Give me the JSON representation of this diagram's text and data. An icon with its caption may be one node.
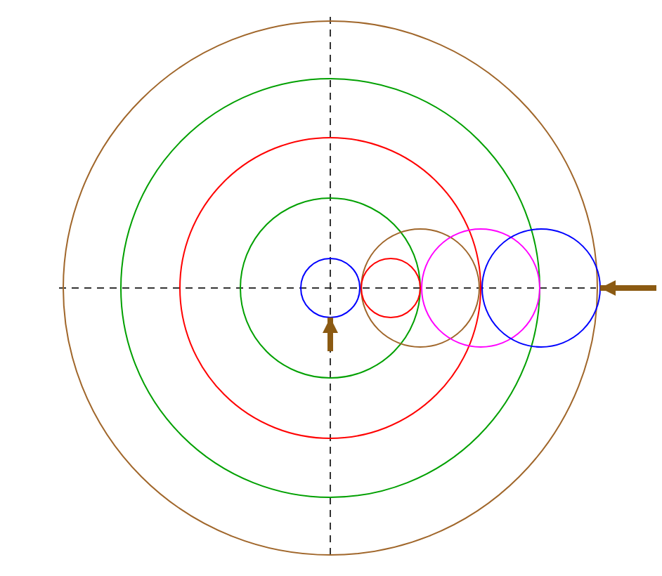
{
  "diagram": {
    "nodes": [
      {
        "text": [],
        "shape": "circle"
      },
      {
        "text": [],
        "shape": "circle",
        "in": 0
      },
      {
        "text": [],
        "shape": "circle",
        "in": 1
      },
      {
        "text": [],
        "shape": "circle",
        "in": 2
      },
      {
        "text": [],
        "shape": "circle",
        "in": 3
      },
      {
        "text": [],
        "shape": "circle"
      },
      {
        "text": [],
        "shape": "circle",
        "in": 2
      },
      {
        "text": [],
        "shape": "circle",
        "in": 1
      },
      {
        "text": [],
        "shape": "circle",
        "in": 0
      }
    ],
    "edges": [
      {
        "from": null,
        "to": 4,
        "arrow": "to"
      },
      {
        "from": null,
        "to": 8,
        "arrow": "to"
      }
    ]
  }
}
